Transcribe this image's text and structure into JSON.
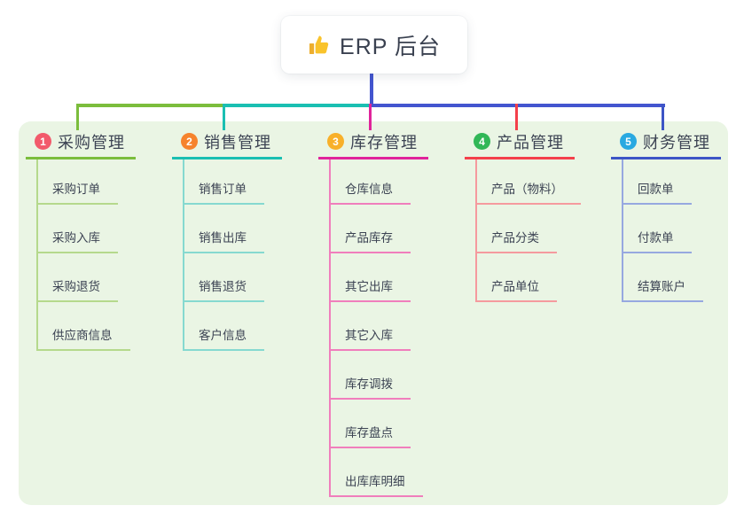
{
  "root": {
    "label": "ERP 后台",
    "icon": "thumbs-up-icon"
  },
  "canvas": {
    "background": "#ffffff",
    "panel_color": "#EAF5E4"
  },
  "connector": {
    "trunk_color": "#4355CF"
  },
  "branches": [
    {
      "index": "1",
      "label": "采购管理",
      "badge_color": "#F25A6B",
      "line_color": "#7BBD3C",
      "tint_color": "#B5D98C",
      "children": [
        "采购订单",
        "采购入库",
        "采购退货",
        "供应商信息"
      ]
    },
    {
      "index": "2",
      "label": "销售管理",
      "badge_color": "#F6832D",
      "line_color": "#1ABFB2",
      "tint_color": "#86D9D0",
      "children": [
        "销售订单",
        "销售出库",
        "销售退货",
        "客户信息"
      ]
    },
    {
      "index": "3",
      "label": "库存管理",
      "badge_color": "#F8B02A",
      "line_color": "#E0249B",
      "tint_color": "#F07EBC",
      "children": [
        "仓库信息",
        "产品库存",
        "其它出库",
        "其它入库",
        "库存调拨",
        "库存盘点",
        "出库库明细"
      ]
    },
    {
      "index": "4",
      "label": "产品管理",
      "badge_color": "#31B757",
      "line_color": "#F4404B",
      "tint_color": "#F59A9E",
      "children": [
        "产品（物料）",
        "产品分类",
        "产品单位"
      ]
    },
    {
      "index": "5",
      "label": "财务管理",
      "badge_color": "#29A9E1",
      "line_color": "#3D55C6",
      "tint_color": "#97A8E0",
      "children": [
        "回款单",
        "付款单",
        "结算账户"
      ]
    }
  ]
}
